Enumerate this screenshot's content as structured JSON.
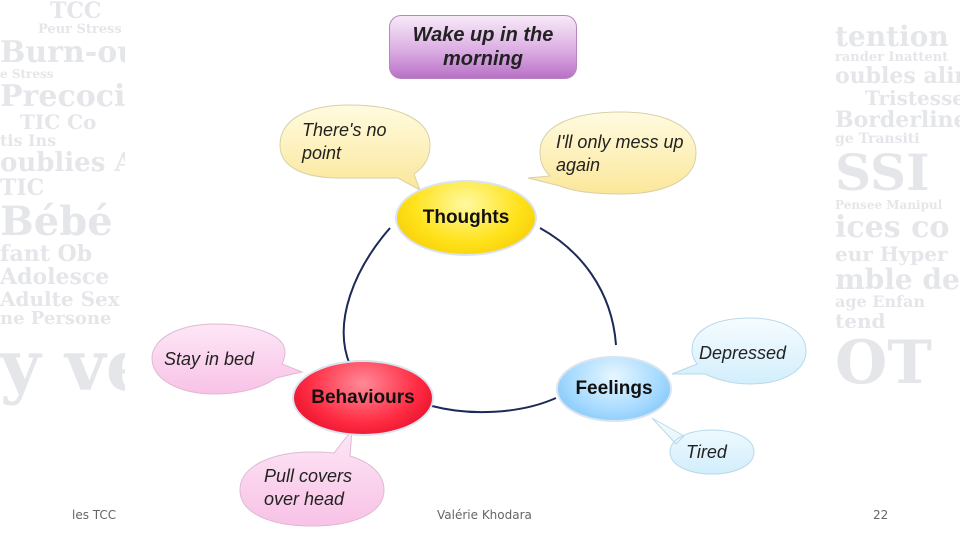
{
  "title": "Wake up in the morning",
  "nodes": {
    "thoughts": "Thoughts",
    "behaviours": "Behaviours",
    "feelings": "Feelings"
  },
  "bubbles": {
    "no_point": "There's no point",
    "mess_up": "I'll only mess up again",
    "stay_in_bed": "Stay in bed",
    "pull_covers": "Pull covers over head",
    "depressed": "Depressed",
    "tired": "Tired"
  },
  "background_words": {
    "left": [
      "TCC",
      "Peur Stress",
      "Burn-out",
      "e Stress",
      "Precocite",
      "TIC  Co",
      "tis Ins",
      "oublies A",
      "TIC",
      "Bébé",
      "fant Ob",
      "Adolesce",
      "Adulte Sex",
      "ne Persone",
      "y  ve"
    ],
    "right": [
      "tention",
      "rander Inattent",
      "oubles alir",
      "Tristesse",
      "Borderline",
      "ge Transiti",
      "SSI",
      "Pensee Manipul",
      "ices co",
      "eur Hyper",
      "mble de",
      "age Enfan",
      "tend",
      "OT"
    ]
  },
  "footer": {
    "left": "les TCC",
    "center": "Valérie Khodara",
    "page": "22"
  },
  "colors": {
    "title_gradient": "#dcaee3",
    "thoughts": "#ffe21a",
    "behaviours": "#ff2d44",
    "feelings": "#a8dbff",
    "bubble_yellow": "#fdf2b8",
    "bubble_pink": "#fcd4ee",
    "bubble_blue": "#e3f5fd",
    "connector": "#1c2a57"
  }
}
